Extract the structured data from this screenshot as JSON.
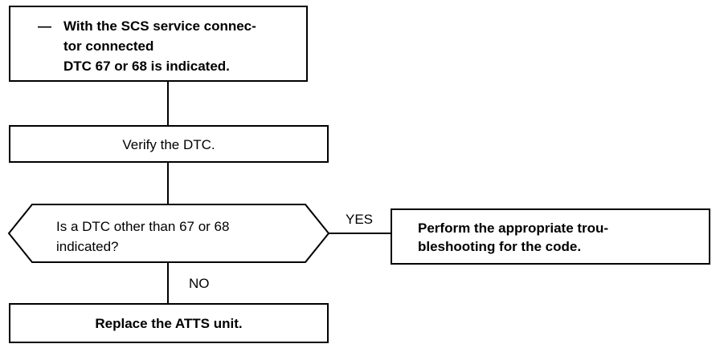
{
  "start": {
    "dash": "—",
    "line1": "With the SCS service connec-",
    "line2": "tor connected",
    "line3": "DTC 67 or 68 is indicated."
  },
  "verify": {
    "text": "Verify the DTC."
  },
  "decision": {
    "line1": "Is a DTC other than 67 or 68",
    "line2": "indicated?"
  },
  "branches": {
    "yes": "YES",
    "no": "NO"
  },
  "perform": {
    "line1": "Perform the appropriate trou-",
    "line2": "bleshooting for the code."
  },
  "replace": {
    "text": "Replace the ATTS unit."
  }
}
